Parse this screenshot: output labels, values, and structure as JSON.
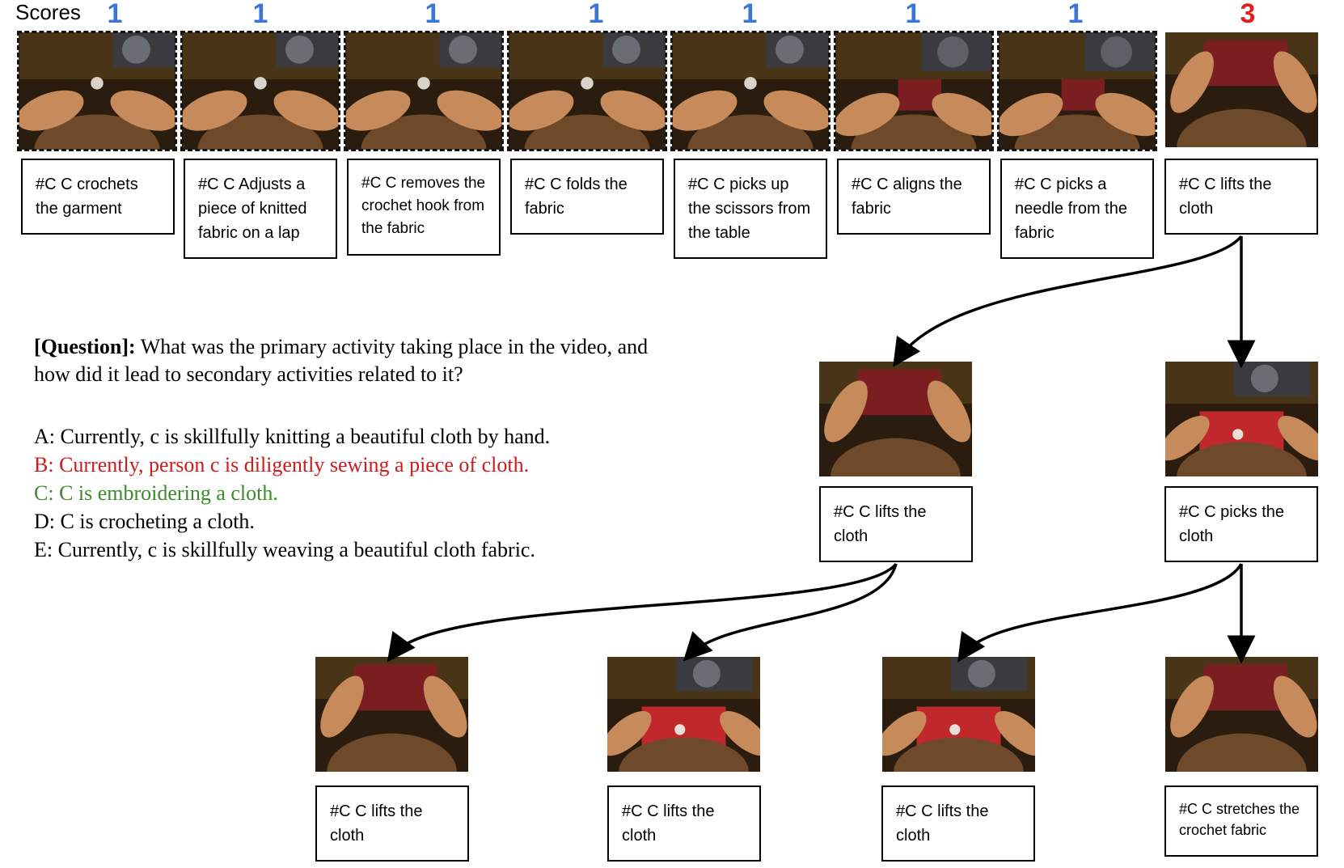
{
  "scores_label": "Scores",
  "colors": {
    "score_low": "#3a76d6",
    "score_high": "#e02020",
    "option_wrong": "#d01a1a",
    "option_green": "#3a8a2a"
  },
  "top_row": [
    {
      "score": "1",
      "caption": "#C C crochets the garment"
    },
    {
      "score": "1",
      "caption": "#C C Adjusts a piece of knitted fabric on a lap"
    },
    {
      "score": "1",
      "caption": "#C C removes the crochet hook from the fabric"
    },
    {
      "score": "1",
      "caption": "#C C folds the fabric"
    },
    {
      "score": "1",
      "caption": "#C C picks up the scissors from the table"
    },
    {
      "score": "1",
      "caption": "#C C aligns the fabric"
    },
    {
      "score": "1",
      "caption": "#C C picks a needle from the fabric"
    },
    {
      "score": "3",
      "caption": "#C C lifts the cloth"
    }
  ],
  "level2": [
    {
      "caption": "#C C lifts the cloth"
    },
    {
      "caption": "#C C picks the cloth"
    }
  ],
  "level3": [
    {
      "caption": "#C C lifts the cloth"
    },
    {
      "caption": "#C C lifts the cloth"
    },
    {
      "caption": "#C C lifts the cloth"
    },
    {
      "caption": "#C C stretches the crochet fabric"
    }
  ],
  "question": {
    "label": "[Question]:",
    "text": " What was the primary activity taking place in the video, and how did it lead to secondary activities related to it?"
  },
  "options": [
    {
      "text": "A: Currently, c is skillfully knitting a beautiful cloth by hand.",
      "color": "#000000"
    },
    {
      "text": "B: Currently, person c is diligently sewing a piece of cloth.",
      "color": "#d01a1a"
    },
    {
      "text": "C: C is embroidering a cloth.",
      "color": "#3a8a2a"
    },
    {
      "text": "D: C is crocheting a cloth.",
      "color": "#000000"
    },
    {
      "text": "E: Currently, c is skillfully weaving a beautiful cloth fabric.",
      "color": "#000000"
    }
  ]
}
